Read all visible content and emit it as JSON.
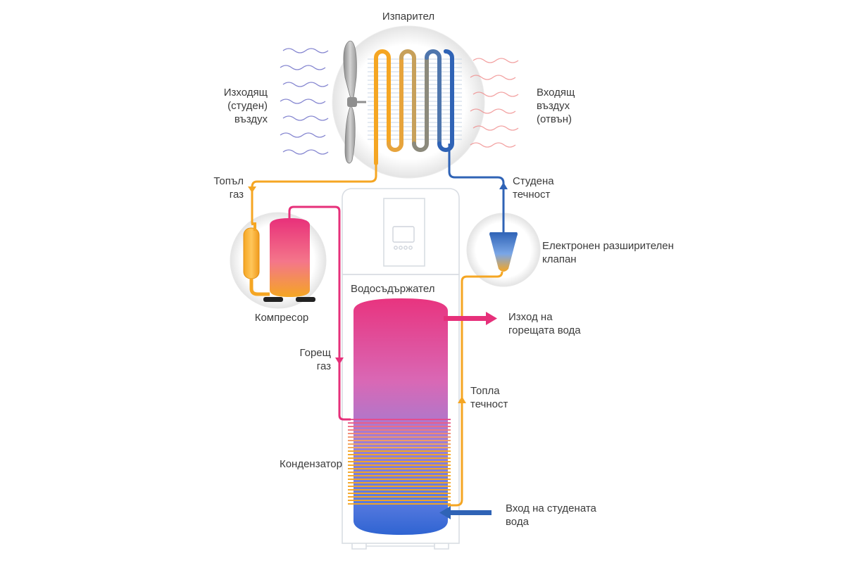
{
  "labels": {
    "evaporator": "Изпарител",
    "outgoing_air": [
      "Изходящ",
      "(студен)",
      "въздух"
    ],
    "incoming_air": [
      "Входящ",
      "въздух",
      "(отвън)"
    ],
    "warm_gas": [
      "Топъл",
      "газ"
    ],
    "cold_liquid": [
      "Студена",
      "течност"
    ],
    "expansion_valve": [
      "Електронен разширителен",
      "клапан"
    ],
    "compressor": "Компресор",
    "water_tank": "Водосъдържател",
    "hot_water_out": [
      "Изход на",
      "горещата вода"
    ],
    "hot_gas": [
      "Горещ",
      "газ"
    ],
    "warm_liquid": [
      "Топла",
      "течност"
    ],
    "condenser": "Кондензатор",
    "cold_water_in": [
      "Вход на студената",
      "вода"
    ]
  },
  "colors": {
    "hot": "#e6307a",
    "warm": "#f5a623",
    "cold": "#2f63b6",
    "cold_air_wave": "#6f70c8",
    "warm_air_wave": "#f08a8a",
    "tank_top": "#e63a86",
    "tank_bottom": "#2f6bd0",
    "unit_outline": "#d9dde3"
  }
}
